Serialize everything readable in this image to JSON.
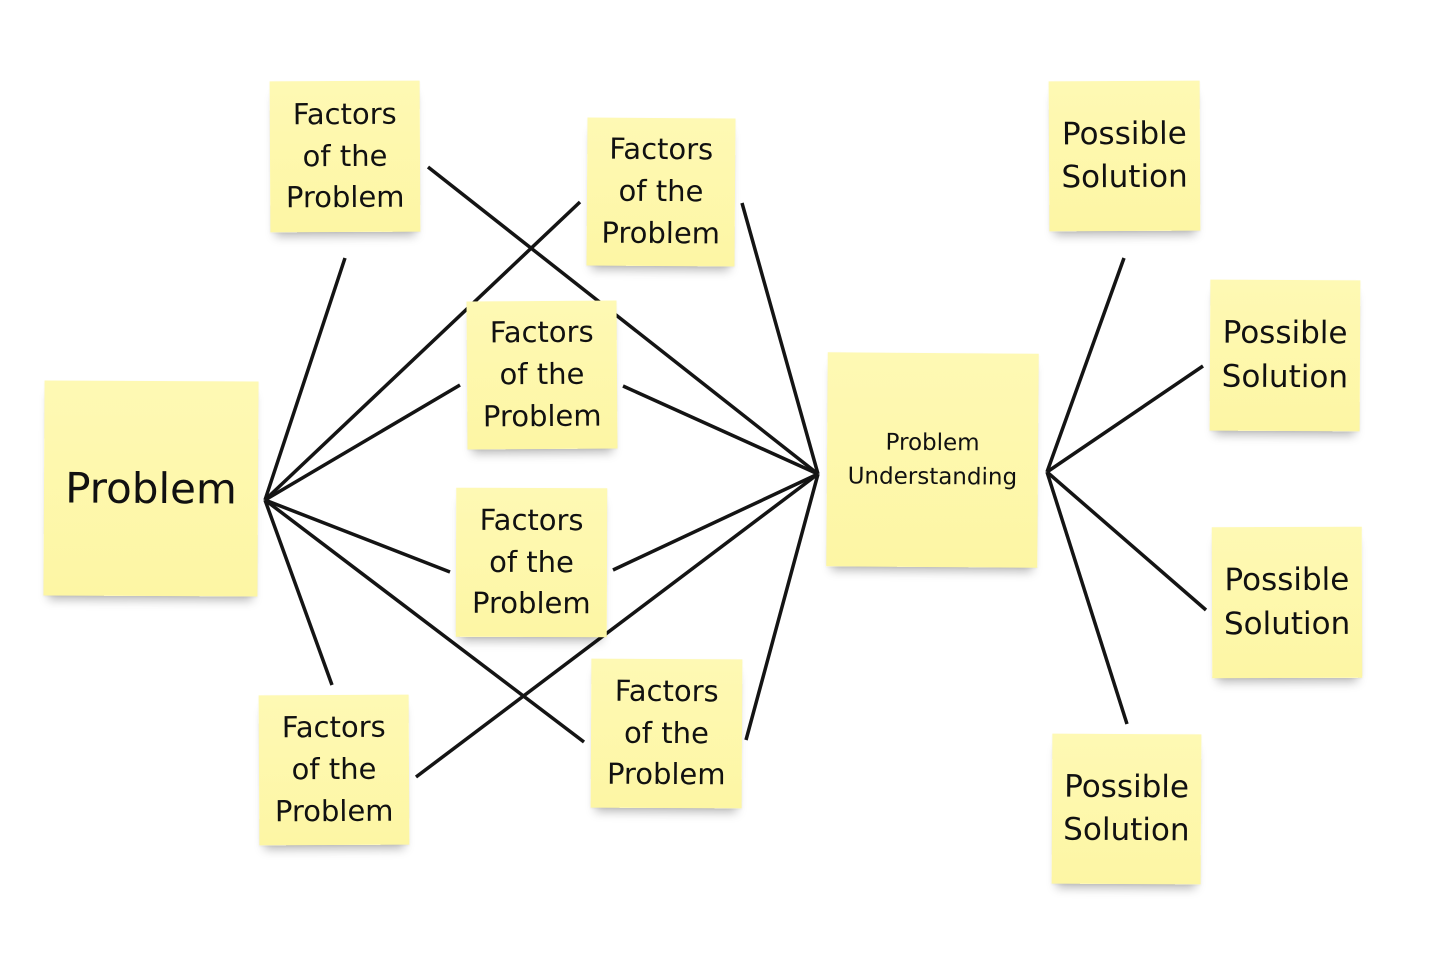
{
  "diagram": {
    "problem": {
      "label": "Problem"
    },
    "center": {
      "label": "Problem\nUnderstanding"
    },
    "factors": [
      {
        "label": "Factors\nof the\nProblem"
      },
      {
        "label": "Factors\nof the\nProblem"
      },
      {
        "label": "Factors\nof the\nProblem"
      },
      {
        "label": "Factors\nof the\nProblem"
      },
      {
        "label": "Factors\nof the\nProblem"
      },
      {
        "label": "Factors\nof the\nProblem"
      }
    ],
    "solutions": [
      {
        "label": "Possible\nSolution"
      },
      {
        "label": "Possible\nSolution"
      },
      {
        "label": "Possible\nSolution"
      },
      {
        "label": "Possible\nSolution"
      }
    ],
    "colors": {
      "note": "#fdf7a8",
      "line": "#141414",
      "background": "#ffffff"
    }
  }
}
